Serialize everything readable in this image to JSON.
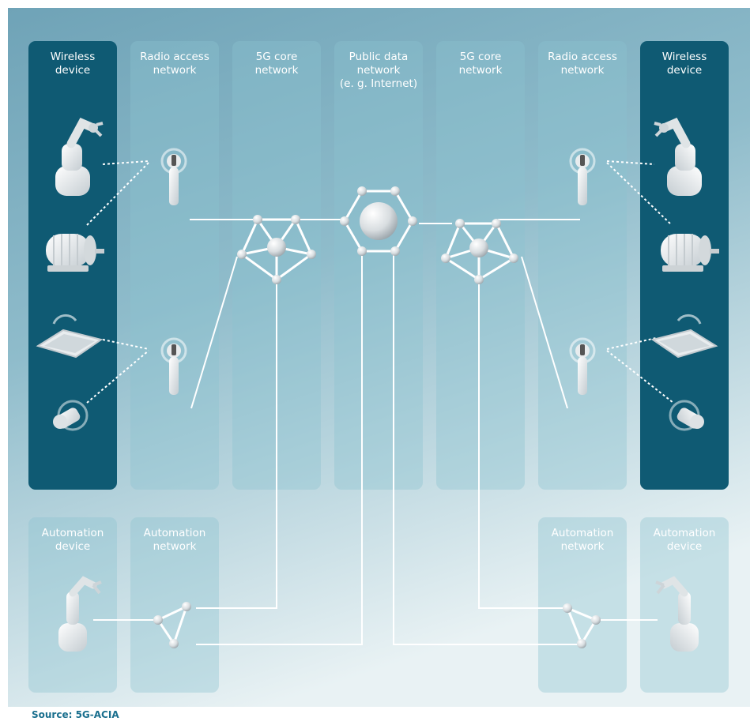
{
  "columns": {
    "wireless_left": "Wireless\ndevice",
    "ran_left": "Radio access\nnetwork",
    "core_left": "5G core\nnetwork",
    "public": "Public data\nnetwork\n(e. g. Internet)",
    "core_right": "5G core\nnetwork",
    "ran_right": "Radio access\nnetwork",
    "wireless_right": "Wireless\ndevice"
  },
  "bottom": {
    "automation_device_left": "Automation\ndevice",
    "automation_network_left": "Automation\nnetwork",
    "automation_network_right": "Automation\nnetwork",
    "automation_device_right": "Automation\ndevice"
  },
  "source": "Source: 5G-ACIA",
  "colors": {
    "background_top": "#78aabd",
    "background_bottom": "#e6f0f3",
    "dark_panel": "#0f5a73",
    "source_text": "#1a6f8e"
  },
  "icons": [
    "robot-arm-icon",
    "motor-icon",
    "tablet-icon",
    "sensor-icon",
    "antenna-icon",
    "core-network-node-icon",
    "internet-node-icon",
    "automation-network-icon"
  ]
}
